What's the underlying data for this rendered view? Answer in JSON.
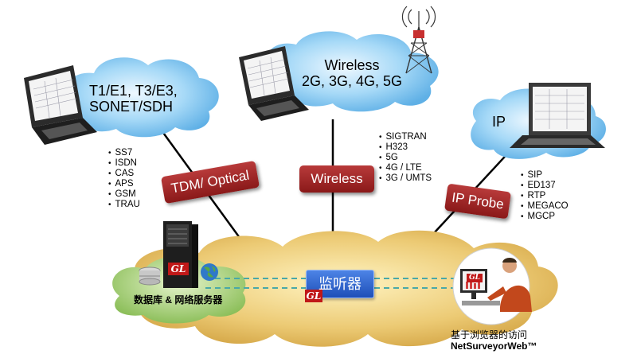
{
  "clouds": {
    "tdm_lines": [
      "T1/E1, T3/E3,",
      "SONET/SDH"
    ],
    "wireless_lines": [
      "Wireless",
      "2G, 3G, 4G, 5G"
    ],
    "ip": "IP"
  },
  "probes": {
    "tdm": "TDM/ Optical",
    "wireless": "Wireless",
    "ip": "IP Probe"
  },
  "protocols": {
    "tdm": [
      "SS7",
      "ISDN",
      "CAS",
      "APS",
      "GSM",
      "TRAU"
    ],
    "wireless": [
      "SIGTRAN",
      "H323",
      "5G",
      "4G / LTE",
      "3G / UMTS"
    ],
    "ip": [
      "SIP",
      "ED137",
      "RTP",
      "MEGACO",
      "MGCP"
    ]
  },
  "center": {
    "monitor": "监听器",
    "server_label": "数据库 & 网络服务器",
    "web_lines": [
      "基于浏览器的访问",
      "NetSurveyorWeb™"
    ]
  },
  "logo_text": "GL",
  "colors": {
    "cloud": "#7fc4f0",
    "ground_cloud": "#e0b659",
    "probe_tag": "#9e2323",
    "monitor_box": "#2e62d0",
    "link_line": "#000000",
    "dashed_line": "#49a8a8"
  }
}
